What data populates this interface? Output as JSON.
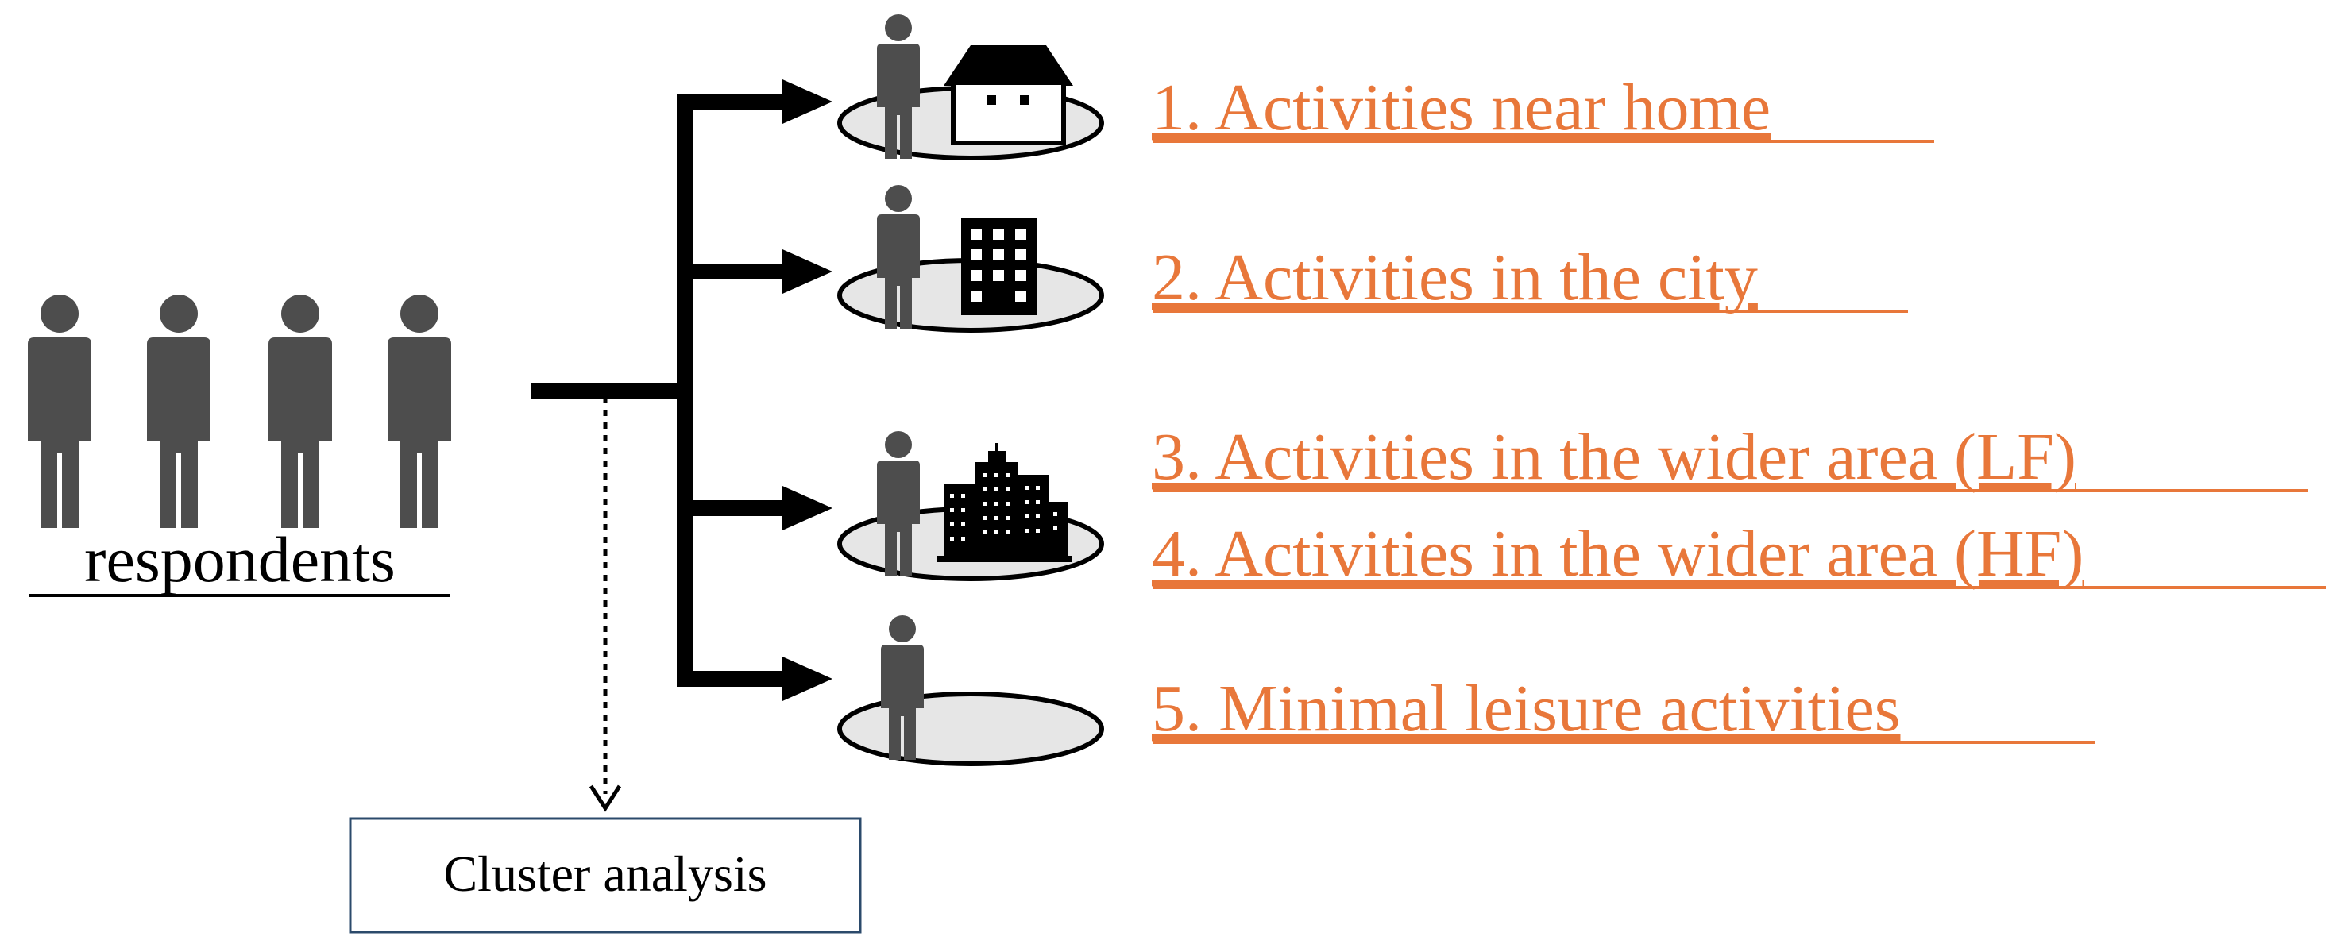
{
  "respondents_label": "respondents",
  "cluster_label": "Cluster analysis",
  "categories": [
    {
      "label": "1. Activities near home"
    },
    {
      "label": "2. Activities in the city"
    },
    {
      "label": "3. Activities in the wider area (LF)"
    },
    {
      "label": "4. Activities in the wider area (HF)"
    },
    {
      "label": "5. Minimal leisure activities"
    }
  ],
  "colors": {
    "category_text": "#E8773A",
    "person": "#4d4d4d",
    "ellipse_fill": "#e6e6e6",
    "arrow": "#000000",
    "cluster_box_border": "#2b4a6b"
  },
  "icons": [
    "person-icon",
    "house-icon",
    "building-icon",
    "city-skyline-icon",
    "ground-ellipse-icon"
  ]
}
